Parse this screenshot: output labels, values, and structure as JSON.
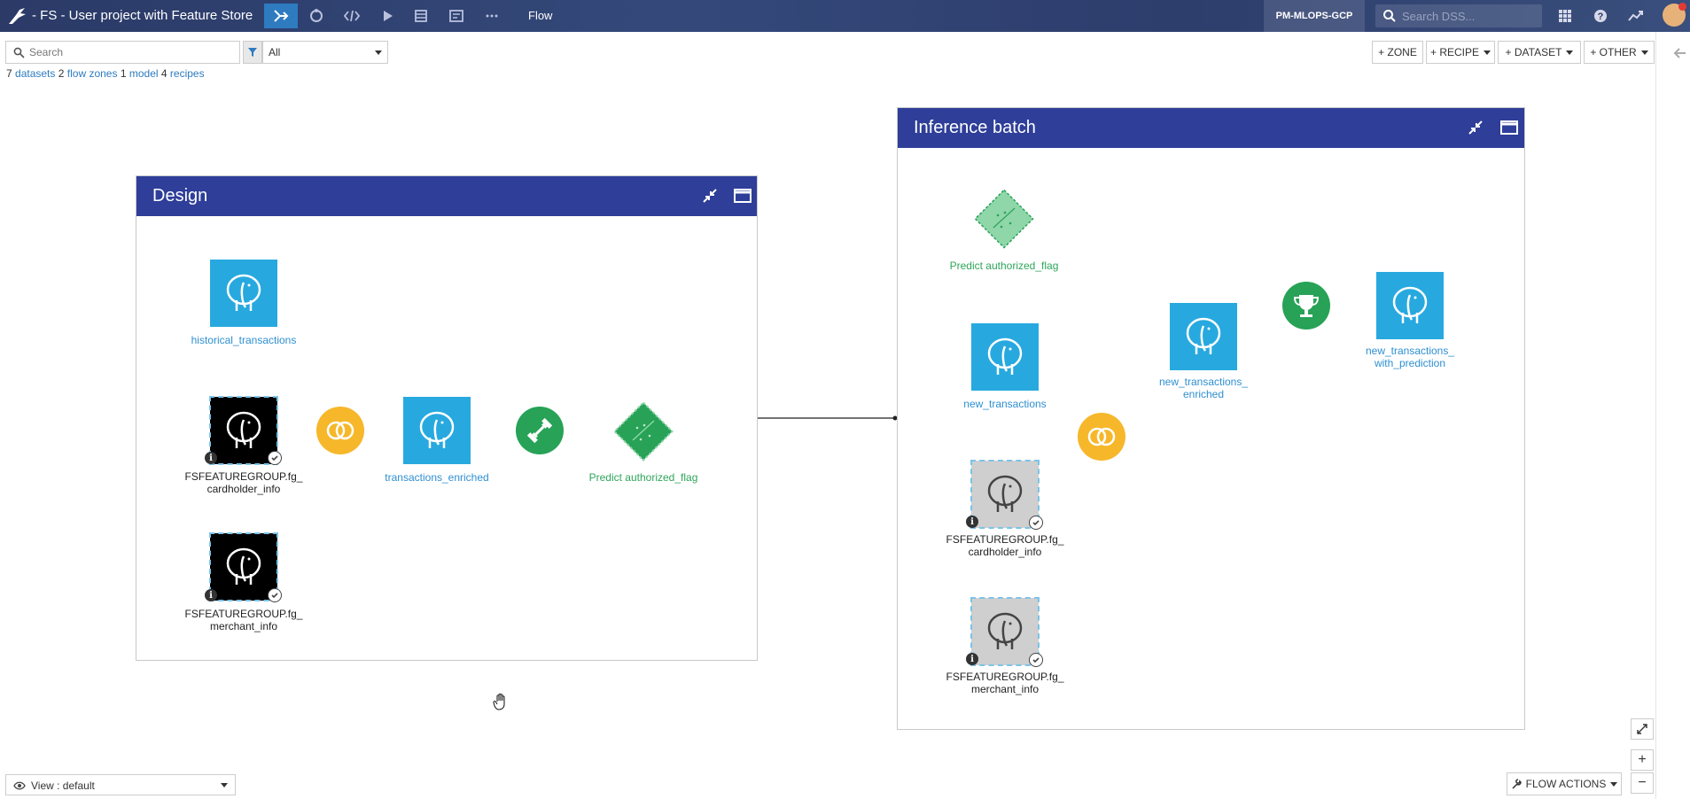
{
  "topbar": {
    "project_title": "- FS - User project with Feature Store",
    "flow_label": "Flow",
    "instance": "PM-MLOPS-GCP",
    "search_placeholder": "Search DSS..."
  },
  "toolbar": {
    "search_placeholder": "Search",
    "filter_value": "All",
    "buttons": {
      "zone": "+ ZONE",
      "recipe": "+ RECIPE",
      "dataset": "+ DATASET",
      "other": "+ OTHER"
    }
  },
  "summary": {
    "datasets_count": "7",
    "datasets_label": "datasets",
    "zones_count": "2",
    "zones_label": "flow zones",
    "models_count": "1",
    "models_label": "model",
    "recipes_count": "4",
    "recipes_label": "recipes"
  },
  "zones": {
    "design": {
      "title": "Design",
      "nodes": {
        "historical": "historical_transactions",
        "fg_cardholder": "FSFEATUREGROUP.fg_\ncardholder_info",
        "fg_merchant": "FSFEATUREGROUP.fg_\nmerchant_info",
        "enriched": "transactions_enriched",
        "model": "Predict authorized_flag"
      }
    },
    "inference": {
      "title": "Inference batch",
      "nodes": {
        "model": "Predict authorized_flag",
        "new_tx": "new_transactions",
        "fg_cardholder": "FSFEATUREGROUP.fg_\ncardholder_info",
        "fg_merchant": "FSFEATUREGROUP.fg_\nmerchant_info",
        "new_enriched": "new_transactions_\nenriched",
        "with_pred": "new_transactions_\nwith_prediction"
      }
    }
  },
  "bottom": {
    "view_label": "View : default",
    "flow_actions": "FLOW ACTIONS",
    "zoom_in": "+",
    "zoom_out": "−"
  },
  "colors": {
    "topbar": "#2b3a67",
    "zone_header": "#2e3e99",
    "dataset": "#27a9df",
    "join_recipe": "#f6b72a",
    "train_recipe": "#27a257",
    "link": "#2e7bc0"
  }
}
